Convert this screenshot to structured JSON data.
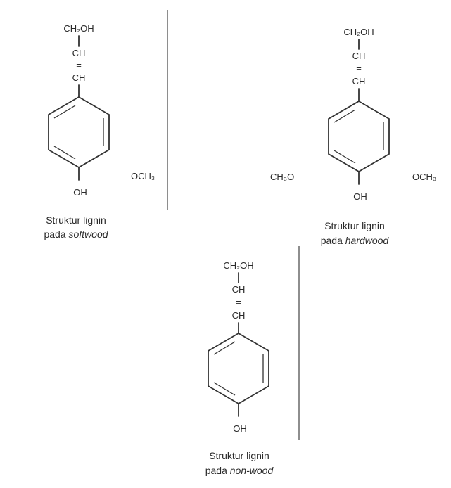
{
  "structures": [
    {
      "id": "softwood",
      "top_group": "CH₂OH",
      "chain_upper": "CH",
      "chain_double_bond": "=",
      "chain_lower": "CH",
      "hydroxyl": "OH",
      "methoxy_right": "OCH₃",
      "caption_line1": "Struktur lignin",
      "caption_prefix": "pada ",
      "caption_emphasis": "softwood"
    },
    {
      "id": "hardwood",
      "top_group": "CH₂OH",
      "chain_upper": "CH",
      "chain_double_bond": "=",
      "chain_lower": "CH",
      "hydroxyl": "OH",
      "methoxy_left": "CH₃O",
      "methoxy_right": "OCH₃",
      "caption_line1": "Struktur lignin",
      "caption_prefix": "pada ",
      "caption_emphasis": "hardwood"
    },
    {
      "id": "non-wood",
      "top_group": "CH₂OH",
      "chain_upper": "CH",
      "chain_double_bond": "=",
      "chain_lower": "CH",
      "hydroxyl": "OH",
      "caption_line1": "Struktur lignin",
      "caption_prefix": "pada ",
      "caption_emphasis": "non-wood"
    }
  ]
}
